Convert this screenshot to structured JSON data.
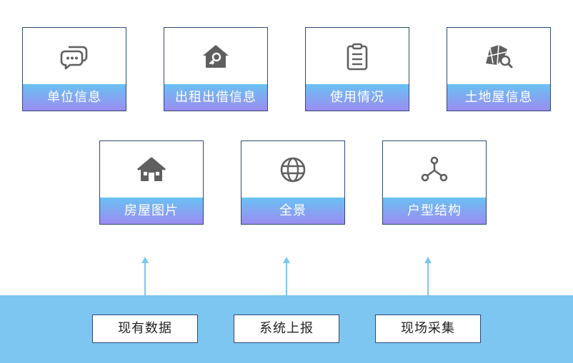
{
  "top_row": [
    {
      "label": "单位信息",
      "icon": "chat-bubbles-icon"
    },
    {
      "label": "出租出借信息",
      "icon": "house-key-icon"
    },
    {
      "label": "使用情况",
      "icon": "clipboard-icon"
    },
    {
      "label": "土地屋信息",
      "icon": "map-search-icon"
    }
  ],
  "mid_row": [
    {
      "label": "房屋图片",
      "icon": "house-icon"
    },
    {
      "label": "全景",
      "icon": "globe-icon"
    },
    {
      "label": "户型结构",
      "icon": "network-nodes-icon"
    }
  ],
  "sources": [
    {
      "label": "现有数据"
    },
    {
      "label": "系统上报"
    },
    {
      "label": "现场采集"
    }
  ],
  "colors": {
    "card_border": "#2f4a78",
    "label_gradient_top": "#69c1f3",
    "label_gradient_bottom": "#9b8df1",
    "band": "#7cc6f1",
    "icon": "#5f5f5f"
  }
}
